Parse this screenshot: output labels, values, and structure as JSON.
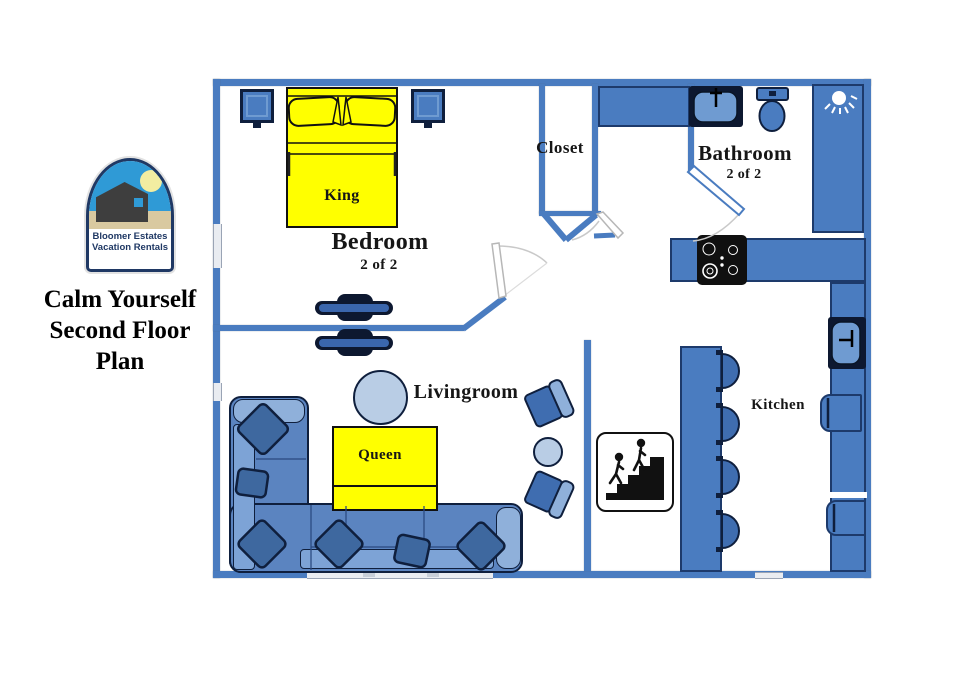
{
  "colors": {
    "wall": "#4a7cc0",
    "wall_dark": "#1d3a6b",
    "outline": "#0f1f3d",
    "sofa": "#5b84c0",
    "sofa_light": "#8fb0da",
    "backrest": "#7da3d6",
    "pillow": "#3e689f",
    "chair": "#3f6db0",
    "table_light": "#b9cde5",
    "basin": "#6f9bd1",
    "bed_yellow": "#ffff00",
    "tv_dark": "#0d1830",
    "tv_blue": "#3a66ad",
    "logo_sky": "#2f9ad6",
    "logo_sand": "#d9c9a0",
    "logo_sun": "#f2eda1",
    "logo_navy": "#1f3864"
  },
  "branding": {
    "logo_lines": [
      "Bloomer Estates",
      "Vacation Rentals"
    ],
    "title_lines": [
      "Calm Yourself",
      "Second Floor",
      "Plan"
    ]
  },
  "rooms": {
    "bedroom": {
      "label": "Bedroom",
      "sub": "2 of 2"
    },
    "closet": {
      "label": "Closet"
    },
    "bathroom": {
      "label": "Bathroom",
      "sub": "2 of 2"
    },
    "livingroom": {
      "label": "Livingroom"
    },
    "kitchen": {
      "label": "Kitchen"
    }
  },
  "furniture": {
    "king_bed_label": "King",
    "queen_bed_label": "Queen"
  },
  "icons": {
    "stairs_sign": "two-people-on-stairs",
    "shower_head": "shower-spray",
    "stove": "cooktop-burners",
    "bath_sink": "basin-with-faucet",
    "kitchen_sink": "basin-with-faucet",
    "toilet": "tank-and-bowl"
  }
}
